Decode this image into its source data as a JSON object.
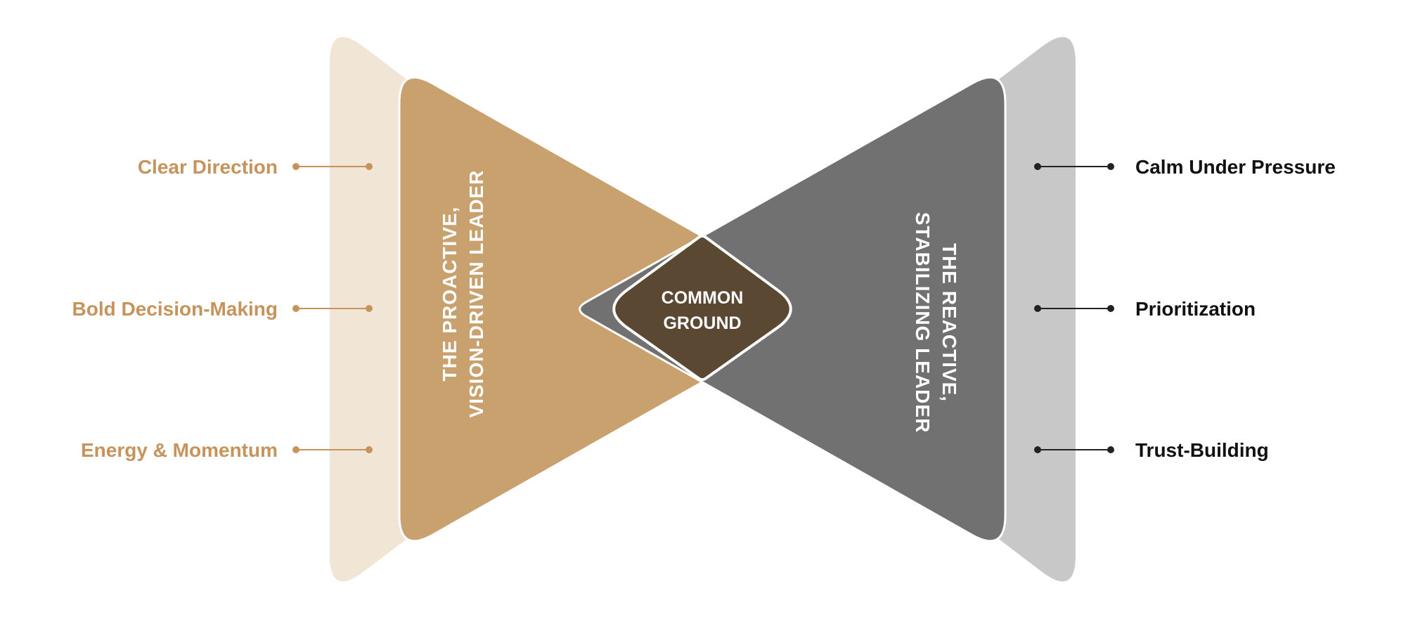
{
  "colors": {
    "left_outer": "#F1E6D6",
    "left_inner": "#C9A16F",
    "left_label": "#C6935A",
    "right_outer": "#C8C8C8",
    "right_inner": "#717171",
    "right_label": "#111111",
    "center": "#5B4833"
  },
  "left": {
    "title_line1": "THE PROACTIVE,",
    "title_line2": "VISION-DRIVEN LEADER",
    "traits": [
      "Clear Direction",
      "Bold Decision-Making",
      "Energy & Momentum"
    ]
  },
  "right": {
    "title_line1": "THE REACTIVE,",
    "title_line2": "STABILIZING LEADER",
    "traits": [
      "Calm Under Pressure",
      "Prioritization",
      "Trust-Building"
    ]
  },
  "center": {
    "line1": "COMMON",
    "line2": "GROUND"
  }
}
